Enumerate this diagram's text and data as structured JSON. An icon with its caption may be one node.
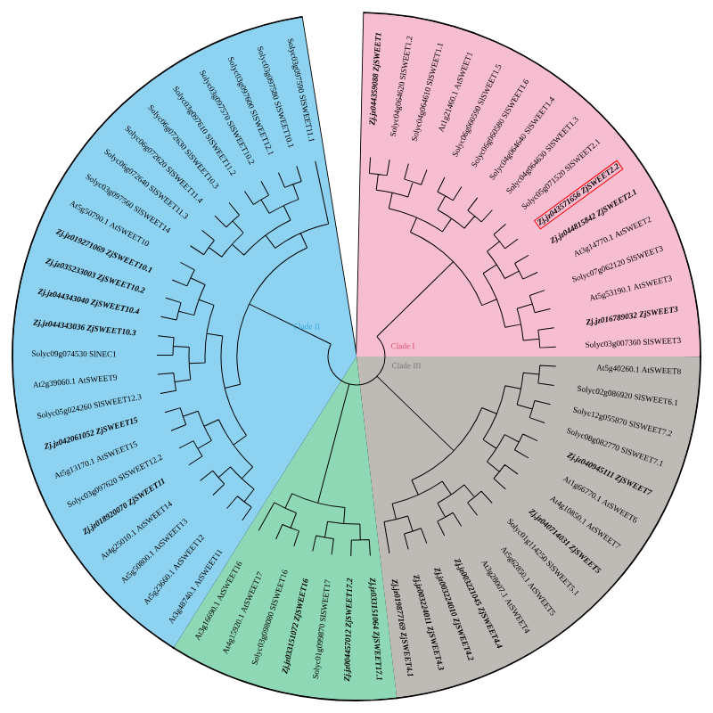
{
  "diagram": {
    "labels": [
      "Solyc03g097590 SlSWEET11.1",
      "Solyc03g097580 SlSWEET10.1",
      "Solyc03g097600 SlSWEET12.1",
      "Solyc03g097570 SlSWEET10.2",
      "Solyc03g097610 SlSWEET11.2",
      "Solyc06g072630 SlSWEET10.3",
      "Solyc06g072620 SlSWEET11.4",
      "Solyc06g072640 SlSWEET11.3",
      "Solyc03g097560 SlSWEET14",
      "At5g50790.1 AtSWEET10",
      "Zj.jz019271069 ZjSWEET10.1",
      "Zj.jz035233003 ZjSWEET10.2",
      "Zj.jz044343040 ZjSWEET10.4",
      "Zj.jz044343036 ZjSWEET10.3",
      "Solyc09g074530 SlNEC1",
      "At2g39060.1 AtSWEET9",
      "Solyc05g024260 SlSWEET12.3",
      "Zj.jz042061052 ZjSWEET15",
      "At5g13170.1 AtSWEET15",
      "Solyc03g097620 SlSWEET12.2",
      "Zj.jz018920070 ZjSWEET11",
      "At4g25010.1 AtSWEET14",
      "At5g50800.1 AtSWEET13",
      "At5g23660.1 AtSWEET12",
      "At3g48740.1 AtSWEET11",
      "At3g16690.1 AtSWEET16",
      "At4g15920.1 AtSWEET17",
      "Solyc03g098080 SlSWEET16",
      "Zj.jz033151072 ZjSWEET16",
      "Solyc01g099870 SlSWEET17",
      "Zj.jz004457012 ZjSWEET17.2",
      "Zj.jz033151064 ZjSWEET17.1",
      "Zj.jz019877169 ZjSWEET4.1",
      "Zj.jz003224011 ZjSWEET4.3",
      "Zj.jz044359088 ZjSWEET1",
      "Solyc04g064620 SlSWEET1.2",
      "Solyc04g064610 SlSWEET1.1",
      "At1g21460.1 AtSWEET1",
      "Solyc06g060590 SlSWEET1.5",
      "Solyc06g060580 SlSWEET1.6",
      "Solyc04g064640 SlSWEET1.4",
      "Solyc04g064630 SlSWEET1.3",
      "Solyc05g071520 SlSWEET2.1",
      "Zj.jz043571656 ZjSWEET2.2",
      "Zj.jz044815842 ZjSWEET2.1",
      "At3g14770.1 AtSWEET2",
      "Solyc07g062120 SlSWEET3",
      "At5g53190.1 AtSWEET3",
      "Zj.jz016789032 ZjSWEET3",
      "Solyc03g007360 SlSWEET3",
      "At5g40260.1 AtSWEET8",
      "Solyc02g086920 SlSWEET6.1",
      "Solyc12g055870 SlSWEET7.2",
      "Solyc08g082770 SlSWEET7.1",
      "Zj.jz040945111 ZjSWEET7",
      "At1g66770.1 AtSWEET6",
      "At4g10850.1 AtSWEET7",
      "Zj.jz040714031 ZjSWEET5",
      "Solyc01g114250 SlSWEET5.1",
      "At5g62850.1 AtSWEET5",
      "At3g28007.1 AtSWEET4",
      "Zj.jz003221045 ZjSWEET4.4",
      "Zj.jz003224010 ZjSWEET4.2",
      "Clade I",
      "Clade II",
      "Clade III"
    ]
  }
}
